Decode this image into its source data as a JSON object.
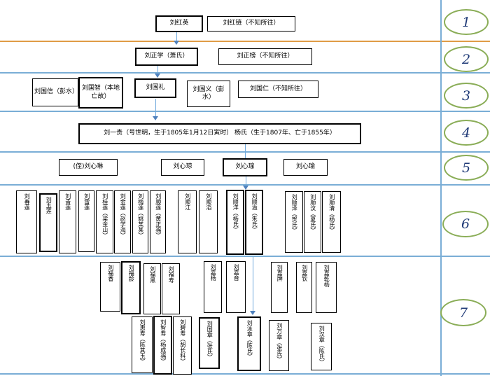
{
  "generation_labels": [
    "1",
    "2",
    "3",
    "4",
    "5",
    "6",
    "7"
  ],
  "nodes": {
    "hongying": "刘红英",
    "honglian": "刘红链（不知所往）",
    "zhengxue": "刘正学（萧氏）",
    "zhengbang": "刘正榜（不知所往）",
    "guoxin": "刘国信（彭水）",
    "guozhi": "刘国智（本地亡故）",
    "guoli": "刘国礼",
    "guoyi": "刘国义（彭水）",
    "guoren": "刘国仁（不知所往）",
    "yigui": "刘一贵（号世明，生于1805年1月12日寅时）  杨氏（生于1807年、亡于1855年）",
    "xinlin": "(侄)刘心琳",
    "xinqiong": "刘心琼",
    "xinquan": "刘心瑔",
    "xinyu": "刘心瑜",
    "chunlian": "刘春莲",
    "yulian": "刘玉莲",
    "qinglian": "刘青莲",
    "leilian": "刘雷莲",
    "guilian": "刘桂莲（梁金山）",
    "jinlian": "刘金莲（赵学海）",
    "meilian": "刘梅莲（姚某某）",
    "shunlian": "刘顺莲（黄正福）",
    "shunjiang": "刘顺江",
    "shuntao": "刘顺滔",
    "shunyang": "刘顺洋（杨氏）",
    "shunyi": "刘顺溢（朱氏）",
    "shunze": "刘顺泽（贺氏）",
    "shunwen": "刘顺汶（夏氏）",
    "shunqing": "刘顺清（杨氏）",
    "fuxiang": "刘福香",
    "fuling": "刘福龄",
    "fuhei": "刘福黑",
    "fushou": "刘福寿",
    "jiayang": "刘嘉杨",
    "jiayin": "刘嘉音",
    "jiapai": "刘嘉牌",
    "jiaqin": "刘嘉钦",
    "jiaqianyang": "刘嘉乾杨",
    "huishou": "刘惠寿（陈其玉）",
    "zhishou": "刘智寿（杨成福）",
    "bishou": "刘碧寿（胡长科）",
    "guozhang": "刘国章（张氏）",
    "yongzhang": "刘泳章（陈氏）",
    "wanzhang": "刘万章（张氏）",
    "hanzhang": "刘汉章（陈氏）"
  },
  "colors": {
    "divider_blue": "#7aaed6",
    "divider_orange": "#e09c46",
    "arrow_blue": "#6fa8dc",
    "oval_green": "#8aad57",
    "number_navy": "#1f3a77",
    "box_border": "#000000",
    "background": "#ffffff"
  }
}
